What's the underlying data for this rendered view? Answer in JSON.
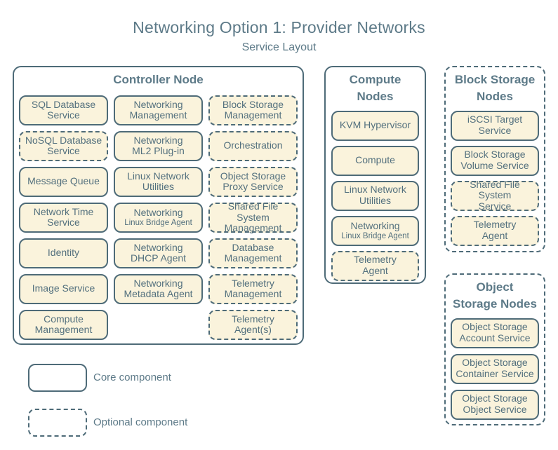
{
  "title": "Networking Option 1: Provider Networks",
  "subtitle": "Service Layout",
  "colors": {
    "background": "#ffffff",
    "line": "#4e6b78",
    "box_fill": "#faf3dc",
    "box_text": "#53707e",
    "heading_text": "#5d7a88"
  },
  "groups": {
    "controller": {
      "title": "Controller Node",
      "style": "core",
      "columns": [
        {
          "boxes": [
            {
              "label": "SQL Database\nService",
              "style": "core"
            },
            {
              "label": "NoSQL Database\nService",
              "style": "optional"
            },
            {
              "label": "Message Queue",
              "style": "core"
            },
            {
              "label": "Network Time\nService",
              "style": "core"
            },
            {
              "label": "Identity",
              "style": "core"
            },
            {
              "label": "Image Service",
              "style": "core"
            },
            {
              "label": "Compute\nManagement",
              "style": "core"
            }
          ]
        },
        {
          "boxes": [
            {
              "label": "Networking\nManagement",
              "style": "core"
            },
            {
              "label": "Networking\nML2 Plug-in",
              "style": "core"
            },
            {
              "label": "Linux Network\nUtilities",
              "style": "core"
            },
            {
              "label": "Networking",
              "sublabel": "Linux Bridge Agent",
              "style": "core"
            },
            {
              "label": "Networking\nDHCP Agent",
              "style": "core"
            },
            {
              "label": "Networking\nMetadata Agent",
              "style": "core"
            }
          ]
        },
        {
          "boxes": [
            {
              "label": "Block Storage\nManagement",
              "style": "optional"
            },
            {
              "label": "Orchestration",
              "style": "optional"
            },
            {
              "label": "Object Storage\nProxy Service",
              "style": "optional"
            },
            {
              "label": "Shared File System\nManagement",
              "style": "optional"
            },
            {
              "label": "Database\nManagement",
              "style": "optional"
            },
            {
              "label": "Telemetry\nManagement",
              "style": "optional"
            },
            {
              "label": "Telemetry\nAgent(s)",
              "style": "optional"
            }
          ]
        }
      ]
    },
    "compute": {
      "title": "Compute\nNodes",
      "style": "core",
      "boxes": [
        {
          "label": "KVM Hypervisor",
          "style": "core"
        },
        {
          "label": "Compute",
          "style": "core"
        },
        {
          "label": "Linux Network\nUtilities",
          "style": "core"
        },
        {
          "label": "Networking",
          "sublabel": "Linux Bridge Agent",
          "style": "core"
        },
        {
          "label": "Telemetry\nAgent",
          "style": "optional"
        }
      ]
    },
    "block_storage": {
      "title": "Block Storage\nNodes",
      "style": "optional",
      "boxes": [
        {
          "label": "iSCSI Target\nService",
          "style": "core"
        },
        {
          "label": "Block Storage\nVolume Service",
          "style": "core"
        },
        {
          "label": "Shared File System\nService",
          "style": "optional"
        },
        {
          "label": "Telemetry\nAgent",
          "style": "optional"
        }
      ]
    },
    "object_storage": {
      "title": "Object\nStorage Nodes",
      "style": "optional",
      "boxes": [
        {
          "label": "Object Storage\nAccount Service",
          "style": "core"
        },
        {
          "label": "Object Storage\nContainer Service",
          "style": "core"
        },
        {
          "label": "Object Storage\nObject Service",
          "style": "core"
        }
      ]
    }
  },
  "legend": {
    "core_label": "Core component",
    "optional_label": "Optional component"
  }
}
